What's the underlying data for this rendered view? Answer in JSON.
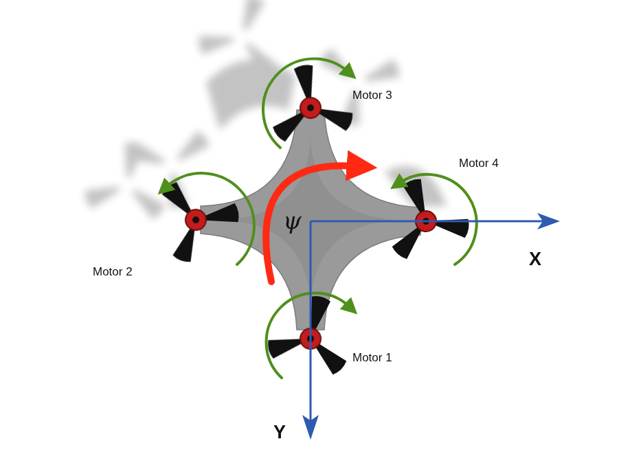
{
  "diagram": {
    "labels": [
      "Motor 3",
      "Motor 4",
      "ψ",
      "X",
      "Motor 2",
      "Motor 1",
      "Y"
    ]
  }
}
